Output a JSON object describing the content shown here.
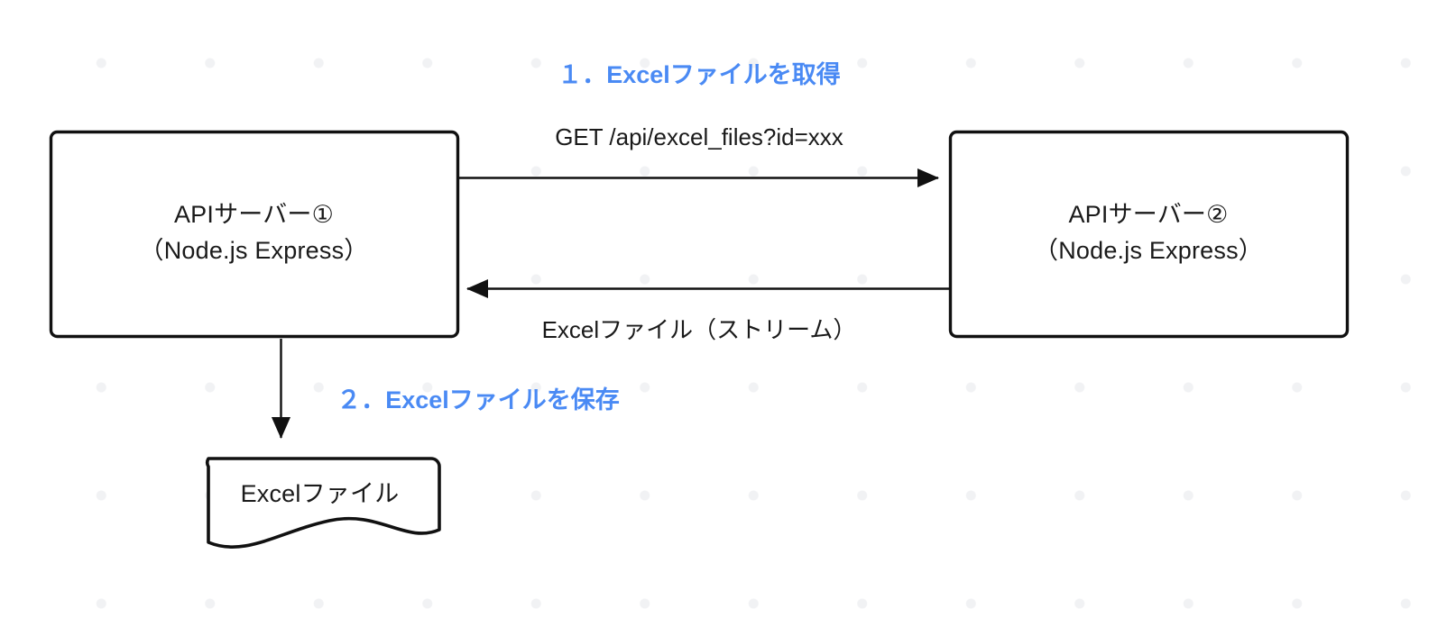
{
  "diagram": {
    "title": "Excel file retrieval and save flow",
    "colors": {
      "accent_blue": "#4a8af4",
      "stroke_black": "#111111",
      "text_black": "#1a1a1a",
      "background": "#ffffff",
      "dot_grid": "#f1f2f4"
    },
    "nodes": [
      {
        "id": "api-server-1",
        "shape": "rounded-rectangle",
        "line1": "APIサーバー①",
        "line2": "（Node.js Express）"
      },
      {
        "id": "api-server-2",
        "shape": "rounded-rectangle",
        "line1": "APIサーバー②",
        "line2": "（Node.js Express）"
      },
      {
        "id": "excel-document",
        "shape": "document",
        "line1": "Excelファイル"
      }
    ],
    "steps": [
      {
        "id": "step-1",
        "label": "１．Excelファイルを取得"
      },
      {
        "id": "step-2",
        "label": "２．Excelファイルを保存"
      }
    ],
    "edges": [
      {
        "id": "request-edge",
        "from": "api-server-1",
        "to": "api-server-2",
        "direction": "right",
        "label": "GET /api/excel_files?id=xxx"
      },
      {
        "id": "response-edge",
        "from": "api-server-2",
        "to": "api-server-1",
        "direction": "left",
        "label": "Excelファイル（ストリーム）"
      },
      {
        "id": "save-edge",
        "from": "api-server-1",
        "to": "excel-document",
        "direction": "down",
        "label": ""
      }
    ]
  }
}
